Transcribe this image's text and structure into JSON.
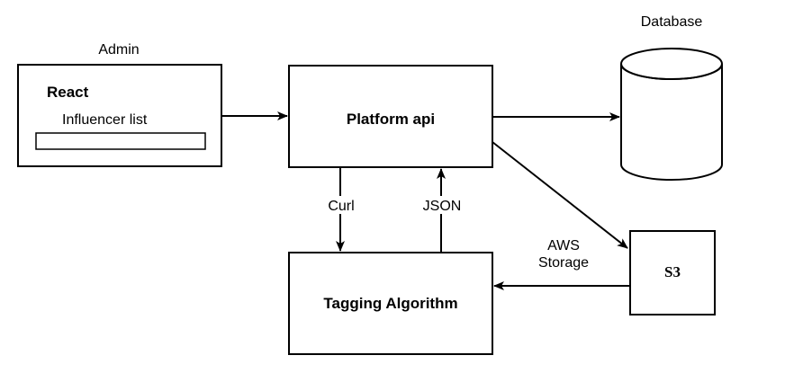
{
  "nodes": {
    "admin": {
      "caption": "Admin",
      "title": "React",
      "subtitle": "Influencer list"
    },
    "platform": {
      "label": "Platform api"
    },
    "database": {
      "label": "Database"
    },
    "tagging": {
      "label": "Tagging Algorithm"
    },
    "s3": {
      "label": "S3"
    }
  },
  "edges": {
    "curl": {
      "label": "Curl"
    },
    "json": {
      "label": "JSON"
    },
    "aws_storage": {
      "label_line1": "AWS",
      "label_line2": "Storage"
    }
  },
  "colors": {
    "stroke": "#000000",
    "background": "#ffffff"
  }
}
